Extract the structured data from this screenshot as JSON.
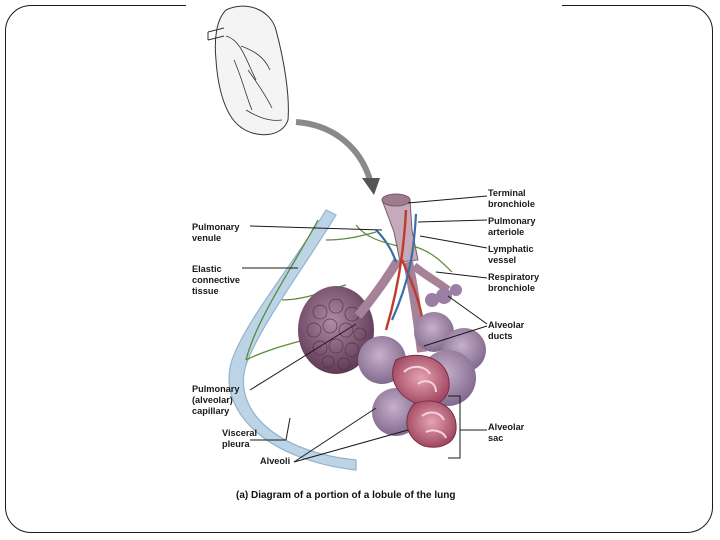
{
  "labels": {
    "terminal_bronchiole": "Terminal\nbronchiole",
    "pulmonary_arteriole": "Pulmonary\narteriole",
    "lymphatic_vessel": "Lymphatic\nvessel",
    "respiratory_bronchiole": "Respiratory\nbronchiole",
    "alveolar_ducts": "Alveolar\nducts",
    "alveolar_sac": "Alveolar\nsac",
    "pulmonary_venule": "Pulmonary\nvenule",
    "elastic_connective_tissue": "Elastic\nconnective\ntissue",
    "pulmonary_alveolar_capillary": "Pulmonary\n(alveolar)\ncapillary",
    "visceral_pleura": "Visceral\npleura",
    "alveoli": "Alveoli"
  },
  "caption": "(a) Diagram of a portion of a lobule of the lung",
  "colors": {
    "pleura": "#8fb3cf",
    "tissue": "#5c8a3c",
    "artery": "#c0392b",
    "vein": "#3b6ea8",
    "alveoli": "#8a5a78",
    "sac": "#b04a62",
    "arrow": "#8a8a8a"
  }
}
